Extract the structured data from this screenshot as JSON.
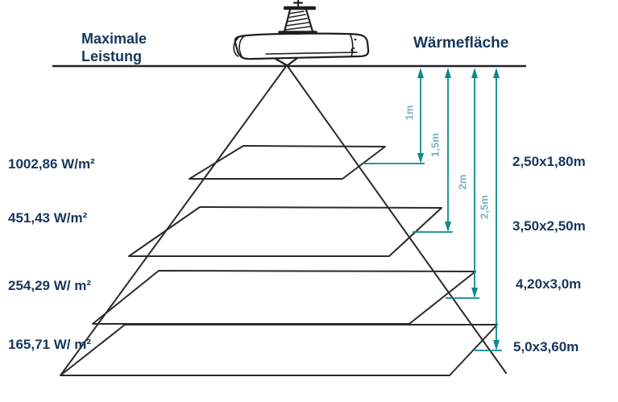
{
  "diagram": {
    "left_title": {
      "line1": "Maximale",
      "line2": "Leistung"
    },
    "right_title": "Wärmefläche",
    "levels": [
      {
        "power": "1002,86 W/m²",
        "distance": "1m",
        "area": "2,50x1,80m"
      },
      {
        "power": "451,43 W/m²",
        "distance": "1,5m",
        "area": "3,50x2,50m"
      },
      {
        "power": "254,29 W/ m²",
        "distance": "2m",
        "area": "4,20x3,0m"
      },
      {
        "power": "165,71 W/ m²",
        "distance": "2,5m",
        "area": "5,0x3,60m"
      }
    ]
  },
  "colors": {
    "text_navy": "#17365d",
    "dimension_teal": "#0d8a8c",
    "distance_label_blue": "#7fb0c8",
    "line_black": "#222222"
  }
}
